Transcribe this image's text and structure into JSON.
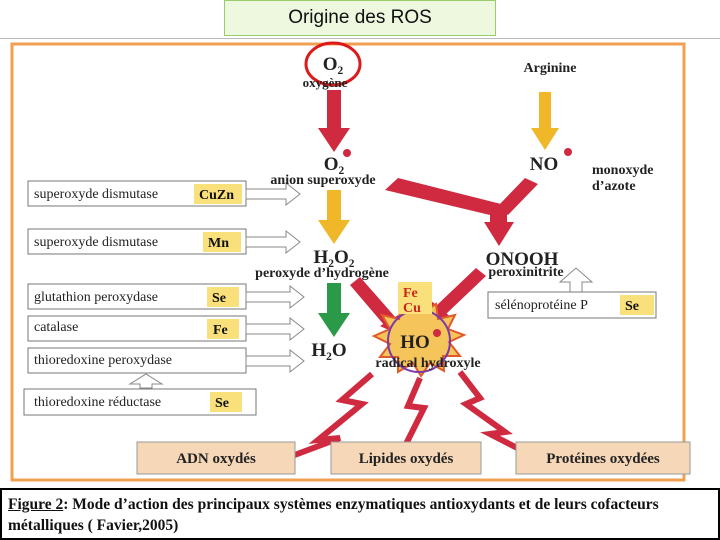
{
  "title": "Origine des ROS",
  "colors": {
    "frame": "#f0a050",
    "arrow_red": "#d02a40",
    "arrow_yellow": "#f0b828",
    "arrow_green": "#2a9a48",
    "box_fill": "#f6d7b8",
    "ring_red": "#dd1a1a",
    "ring_purple": "#7a3aa8"
  },
  "species": {
    "o2_formula": "O₂",
    "o2_name": "oxygène",
    "arginine": "Arginine",
    "superoxide_formula": "O₂",
    "superoxide_name": "anion superoxyde",
    "no_formula": "NO",
    "no_name_line1": "monoxyde",
    "no_name_line2": "d’azote",
    "h2o2_formula": "H₂O₂",
    "h2o2_name": "peroxyde d’hydrogène",
    "onooh_formula": "ONOOH",
    "onooh_name": "peroxinitrite",
    "h2o_formula": "H₂O",
    "ho_formula": "HO",
    "ho_name": "radical hydroxyle",
    "fe_cu_line1": "Fe",
    "fe_cu_line2": "Cu"
  },
  "enzymes": [
    {
      "label": "superoxyde dismutase",
      "cofactor": "CuZn"
    },
    {
      "label": "superoxyde dismutase",
      "cofactor": "Mn"
    },
    {
      "label": "glutathion peroxydase",
      "cofactor": "Se"
    },
    {
      "label": "catalase",
      "cofactor": "Fe"
    },
    {
      "label": "thioredoxine peroxydase",
      "cofactor": ""
    },
    {
      "label": "thioredoxine réductase",
      "cofactor": "Se"
    }
  ],
  "selenoprotein": {
    "label": "sélénoprotéine P",
    "cofactor": "Se"
  },
  "damage": [
    "ADN oxydés",
    "Lipides oxydés",
    "Protéines oxydées"
  ],
  "caption": {
    "figure": "Figure 2",
    "text": ": Mode d’action des principaux systèmes enzymatiques antioxydants et de leurs cofacteurs métalliques ( Favier,2005)"
  }
}
